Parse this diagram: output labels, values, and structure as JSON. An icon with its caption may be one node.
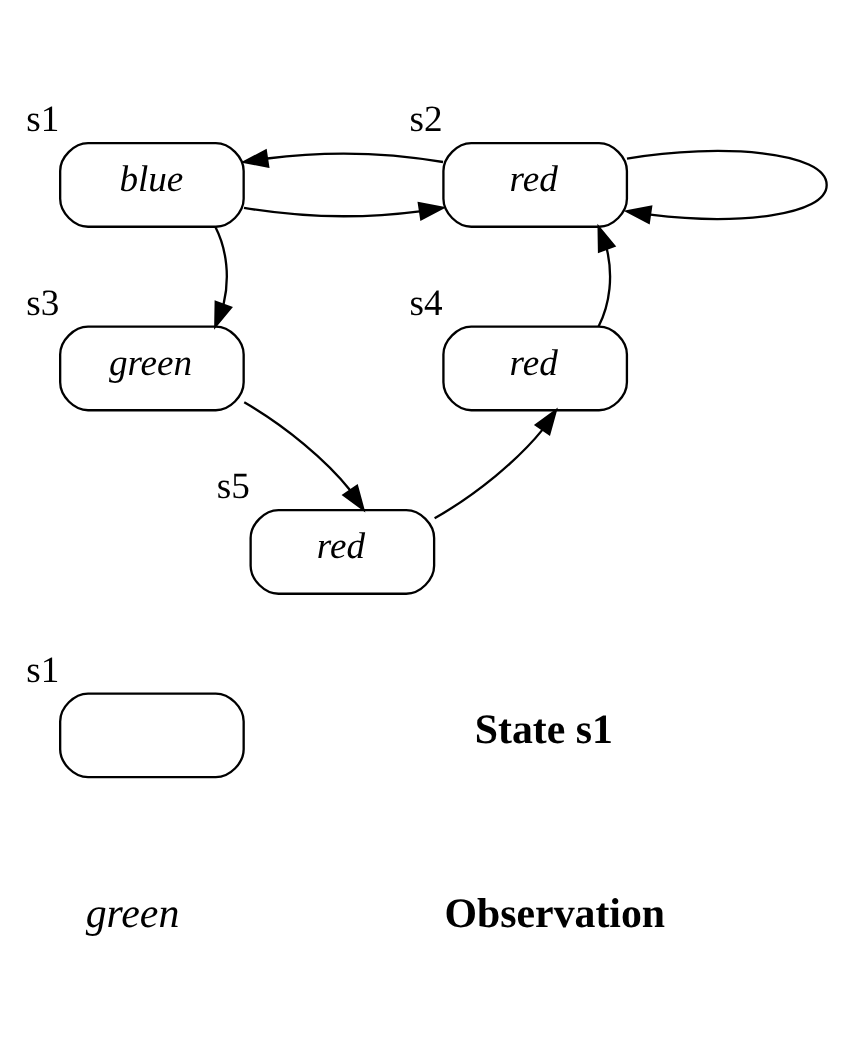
{
  "diagram": {
    "nodes": [
      {
        "text": [
          "blue"
        ],
        "beside": [
          "s1"
        ]
      },
      {
        "text": [
          "red"
        ],
        "beside": [
          "s2"
        ]
      },
      {
        "text": [
          "green"
        ],
        "beside": [
          "s3"
        ]
      },
      {
        "text": [
          "red"
        ],
        "beside": [
          "s4"
        ]
      },
      {
        "text": [
          "red"
        ],
        "beside": [
          "s5"
        ]
      },
      {
        "text": [],
        "shape": "box",
        "beside": [
          "s1"
        ]
      }
    ],
    "edges": [
      {
        "from": 0,
        "to": 1,
        "arrow": "to"
      },
      {
        "from": 0,
        "to": 2,
        "arrow": "to"
      },
      {
        "from": 2,
        "to": 4,
        "arrow": "to"
      },
      {
        "from": 4,
        "to": 3,
        "arrow": "to"
      },
      {
        "from": 3,
        "to": 1,
        "arrow": "to"
      },
      {
        "from": 1,
        "to": 0,
        "arrow": "to"
      },
      {
        "from": 1,
        "to": 1,
        "arrow": "to"
      }
    ],
    "labels": [
      "green"
    ],
    "legend": [
      {
        "text": "State s1"
      },
      {
        "text": "Observation"
      }
    ]
  }
}
